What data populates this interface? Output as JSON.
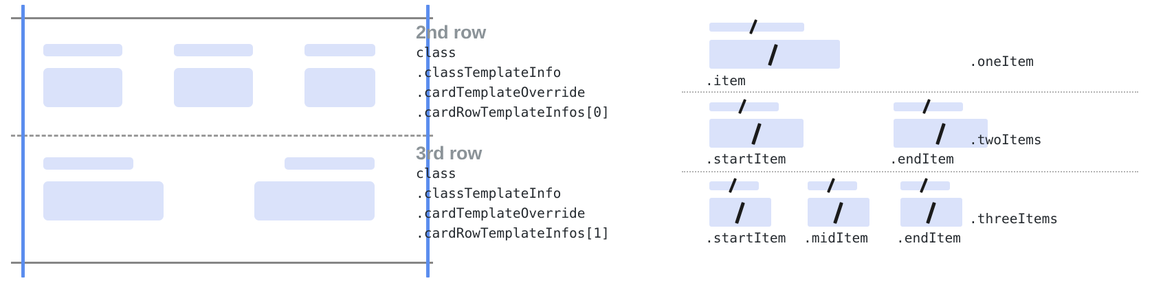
{
  "theme": {
    "placeholder_fill": "#dae2fa",
    "guide_blue": "#5b8dee",
    "rule_gray": "#868686",
    "dashed_gray": "#9a9a9a",
    "dotted_gray": "#b4b4b4",
    "heading_gray": "#8b9398",
    "code_text": "#24292e",
    "slash_black": "#1b1b1b",
    "background": "#ffffff"
  },
  "left_diagram": {
    "name": "card-row-layout-preview",
    "rows": [
      {
        "name": "second-row-preview",
        "cards": [
          {
            "bar": "placeholder-bar",
            "box": "placeholder-box"
          },
          {
            "bar": "placeholder-bar",
            "box": "placeholder-box"
          },
          {
            "bar": "placeholder-bar",
            "box": "placeholder-box"
          }
        ]
      },
      {
        "name": "third-row-preview",
        "cards": [
          {
            "bar": "placeholder-bar",
            "box": "placeholder-box"
          },
          {
            "bar": "placeholder-bar",
            "box": "placeholder-box"
          }
        ]
      }
    ]
  },
  "annotations": [
    {
      "title": "2nd row",
      "lines": [
        "class",
        ".classTemplateInfo",
        ".cardTemplateOverride",
        ".cardRowTemplateInfos[0]"
      ]
    },
    {
      "title": "3rd row",
      "lines": [
        "class",
        ".classTemplateInfo",
        ".cardTemplateOverride",
        ".cardRowTemplateInfos[1]"
      ]
    }
  ],
  "item_variants": [
    {
      "variant_label": ".oneItem",
      "slots": [
        {
          "label": ".item",
          "glyph": "slash"
        }
      ]
    },
    {
      "variant_label": ".twoItems",
      "slots": [
        {
          "label": ".startItem",
          "glyph": "slash"
        },
        {
          "label": ".endItem",
          "glyph": "slash"
        }
      ]
    },
    {
      "variant_label": ".threeItems",
      "slots": [
        {
          "label": ".startItem",
          "glyph": "slash"
        },
        {
          "label": ".midItem",
          "glyph": "slash"
        },
        {
          "label": ".endItem",
          "glyph": "slash"
        }
      ]
    }
  ]
}
